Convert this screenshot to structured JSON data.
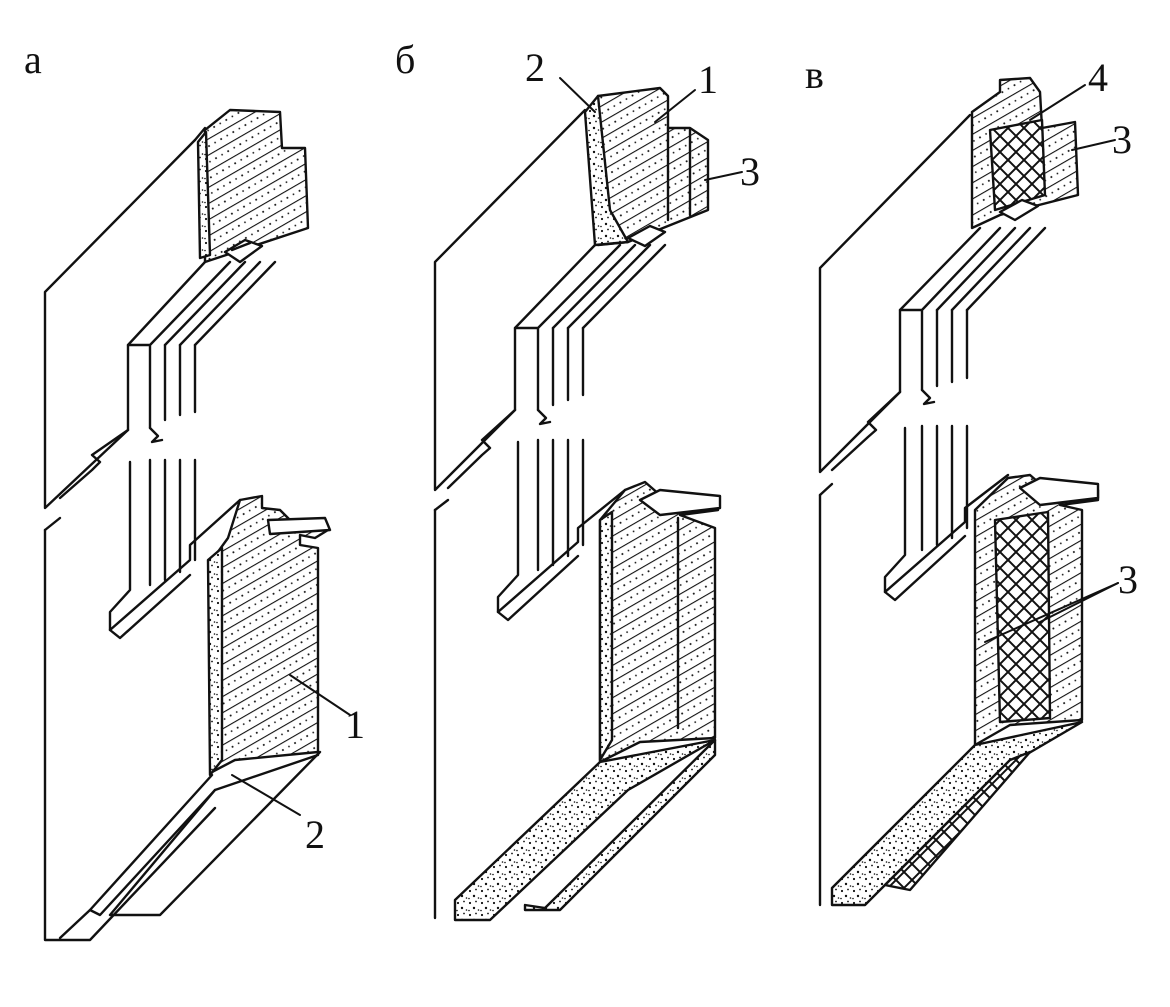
{
  "panels": [
    {
      "letter": "а",
      "callouts": [
        "1",
        "2"
      ]
    },
    {
      "letter": "б",
      "callouts": [
        "2",
        "1",
        "3"
      ]
    },
    {
      "letter": "в",
      "callouts": [
        "4",
        "3",
        "3"
      ]
    }
  ],
  "colors": {
    "ink": "#111111",
    "paper": "#ffffff"
  }
}
